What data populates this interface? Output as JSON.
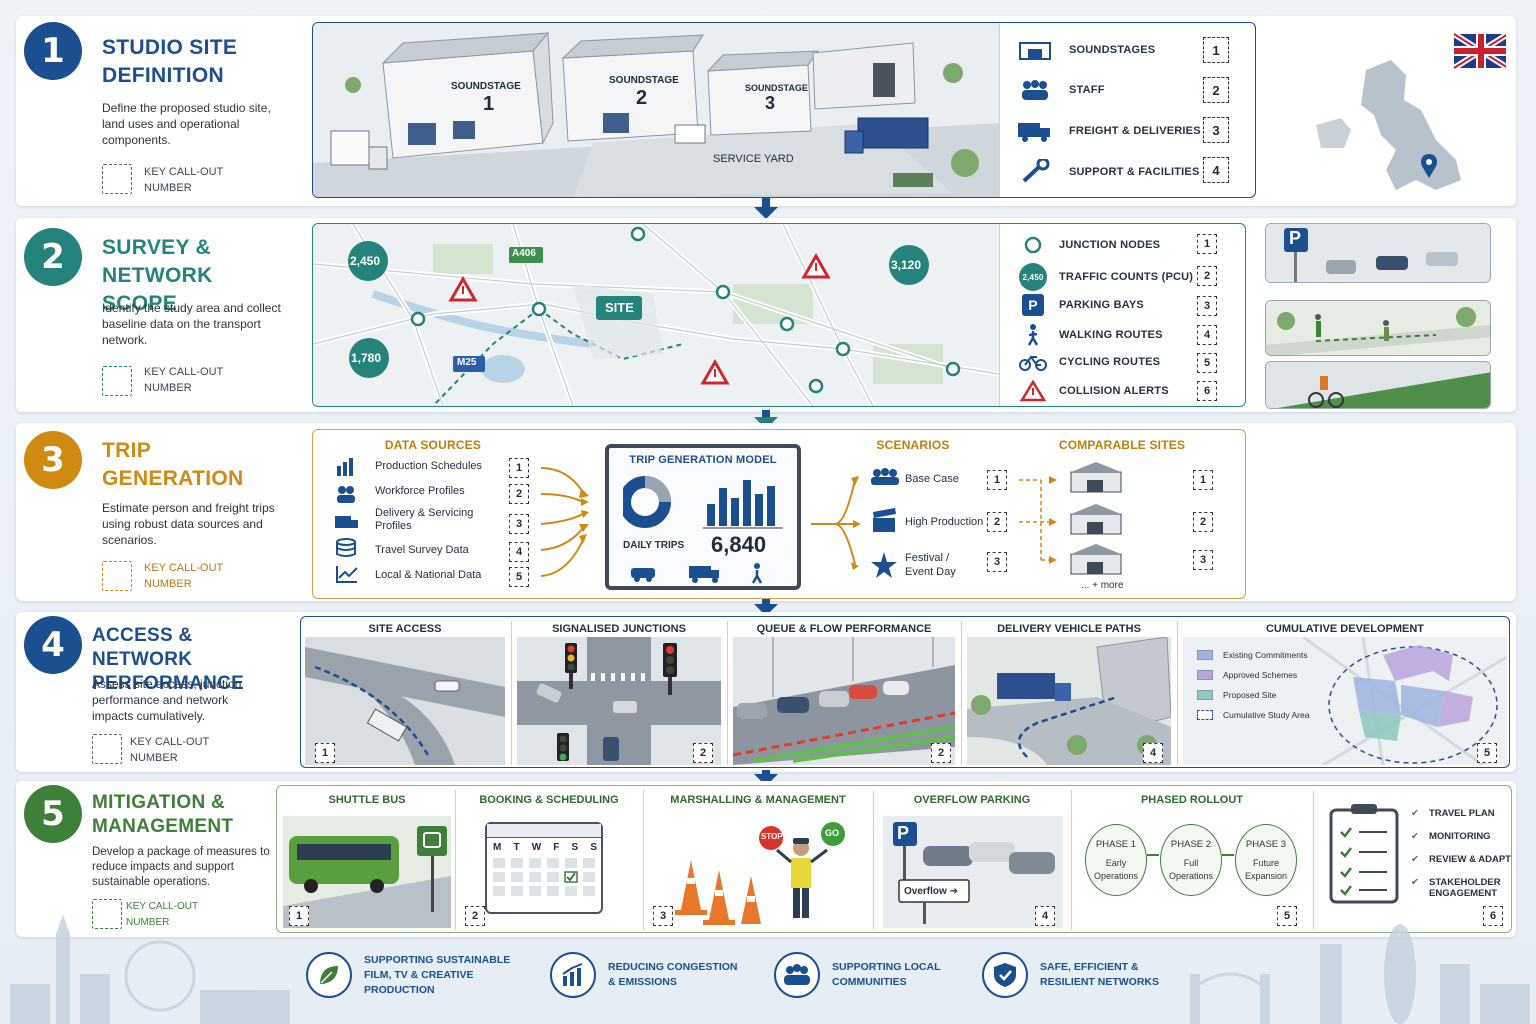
{
  "colors": {
    "navy": "#1c4f8f",
    "teal": "#24837a",
    "amber": "#d08a12",
    "green": "#3e7f3a",
    "alert": "#d0262a"
  },
  "key_callout": "KEY CALL-OUT",
  "key_number": "NUMBER",
  "steps": [
    {
      "num": "1",
      "title_l1": "STUDIO SITE",
      "title_l2": "DEFINITION",
      "desc": "Define the proposed studio site, land uses and operational components."
    },
    {
      "num": "2",
      "title_l1": "SURVEY &",
      "title_l2": "NETWORK SCOPE",
      "desc": "Identify the study area and collect baseline data on the transport network."
    },
    {
      "num": "3",
      "title_l1": "TRIP",
      "title_l2": "GENERATION",
      "desc": "Estimate person and freight trips using robust data sources and scenarios."
    },
    {
      "num": "4",
      "title_l1": "ACCESS & NETWORK",
      "title_l2": "PERFORMANCE",
      "desc": "Assess site access, junction performance and network impacts cumulatively."
    },
    {
      "num": "5",
      "title_l1": "MITIGATION &",
      "title_l2": "MANAGEMENT",
      "desc": "Develop a package of measures to reduce impacts and support sustainable operations."
    }
  ],
  "site": {
    "stages": [
      {
        "word": "SOUNDSTAGE",
        "num": "1"
      },
      {
        "word": "SOUNDSTAGE",
        "num": "2"
      },
      {
        "word": "SOUNDSTAGE",
        "num": "3"
      }
    ],
    "service_yard": "SERVICE YARD",
    "legend": [
      {
        "label": "SOUNDSTAGES",
        "num": "1",
        "icon": "warehouse-icon"
      },
      {
        "label": "STAFF",
        "num": "2",
        "icon": "people-icon"
      },
      {
        "label": "FREIGHT & DELIVERIES",
        "num": "3",
        "icon": "truck-icon"
      },
      {
        "label": "SUPPORT & FACILITIES",
        "num": "4",
        "icon": "wrench-icon"
      }
    ]
  },
  "survey": {
    "counts": [
      "2,450",
      "3,120",
      "1,780"
    ],
    "roads": [
      "A406",
      "M25"
    ],
    "site_label": "SITE",
    "legend": [
      {
        "label": "JUNCTION NODES",
        "num": "1"
      },
      {
        "label": "TRAFFIC COUNTS (PCU)",
        "num": "2",
        "badge": "2,450"
      },
      {
        "label": "PARKING BAYS",
        "num": "3",
        "badge": "P"
      },
      {
        "label": "WALKING ROUTES",
        "num": "4"
      },
      {
        "label": "CYCLING ROUTES",
        "num": "5"
      },
      {
        "label": "COLLISION ALERTS",
        "num": "6"
      }
    ],
    "parking_sign": "P"
  },
  "trip": {
    "data_sources_title": "DATA SOURCES",
    "data_sources": [
      {
        "l1": "Production Schedules",
        "l2": "",
        "num": "1"
      },
      {
        "l1": "Workforce Profiles",
        "l2": "",
        "num": "2"
      },
      {
        "l1": "Delivery & Servicing",
        "l2": "Profiles",
        "num": "3"
      },
      {
        "l1": "Travel Survey Data",
        "l2": "",
        "num": "4"
      },
      {
        "l1": "Local & National Data",
        "l2": "",
        "num": "5"
      }
    ],
    "model_title": "TRIP GENERATION MODEL",
    "daily_trips_label": "DAILY TRIPS",
    "daily_trips_value": "6,840",
    "scenarios_title": "SCENARIOS",
    "scenarios": [
      {
        "l1": "Base Case",
        "l2": "",
        "num": "1"
      },
      {
        "l1": "High Production",
        "l2": "",
        "num": "2"
      },
      {
        "l1": "Festival /",
        "l2": "Event Day",
        "num": "3"
      }
    ],
    "comparable_title": "COMPARABLE SITES",
    "comparable_nums": [
      "1",
      "2",
      "3"
    ],
    "more": "... + more"
  },
  "access": {
    "tiles": [
      {
        "label": "SITE ACCESS",
        "num": "1"
      },
      {
        "label": "SIGNALISED JUNCTIONS",
        "num": "2"
      },
      {
        "label": "QUEUE & FLOW PERFORMANCE",
        "num": "2"
      },
      {
        "label": "DELIVERY VEHICLE PATHS",
        "num": "4"
      },
      {
        "label": "CUMULATIVE DEVELOPMENT",
        "num": "5"
      }
    ],
    "cumulative_legend": [
      {
        "label": "Existing Commitments",
        "color": "#9fb3df"
      },
      {
        "label": "Approved Schemes",
        "color": "#b9a3dc"
      },
      {
        "label": "Proposed Site",
        "color": "#8fc9c0"
      },
      {
        "label": "Cumulative Study Area",
        "color": "#ffffff"
      }
    ]
  },
  "mitigation": {
    "tiles": [
      {
        "label": "SHUTTLE BUS",
        "num": "1"
      },
      {
        "label": "BOOKING & SCHEDULING",
        "num": "2"
      },
      {
        "label": "MARSHALLING & MANAGEMENT",
        "num": "3"
      },
      {
        "label": "OVERFLOW PARKING",
        "num": "4"
      },
      {
        "label": "PHASED ROLLOUT",
        "num": "5"
      },
      {
        "label": "",
        "num": "6"
      }
    ],
    "calendar_days": [
      "M",
      "T",
      "W",
      "F",
      "S",
      "S"
    ],
    "stop": "STOP",
    "go": "GO",
    "parking_sign": "P",
    "overflow_sign": "Overflow",
    "phases": [
      {
        "l1": "PHASE 1",
        "l2": "Early",
        "l3": "Operations"
      },
      {
        "l1": "PHASE 2",
        "l2": "Full",
        "l3": "Operations"
      },
      {
        "l1": "PHASE 3",
        "l2": "Future",
        "l3": "Expansion"
      }
    ],
    "checklist": [
      {
        "l1": "TRAVEL PLAN",
        "l2": ""
      },
      {
        "l1": "MONITORING",
        "l2": ""
      },
      {
        "l1": "REVIEW & ADAPT",
        "l2": ""
      },
      {
        "l1": "STAKEHOLDER",
        "l2": "ENGAGEMENT"
      }
    ]
  },
  "footer": [
    {
      "l1": "SUPPORTING SUSTAINABLE",
      "l2": "FILM, TV & CREATIVE PRODUCTION",
      "icon": "leaf-icon"
    },
    {
      "l1": "REDUCING CONGESTION",
      "l2": "& EMISSIONS",
      "icon": "bar-chart-icon"
    },
    {
      "l1": "SUPPORTING LOCAL",
      "l2": "COMMUNITIES",
      "icon": "community-icon"
    },
    {
      "l1": "SAFE, EFFICIENT &",
      "l2": "RESILIENT NETWORKS",
      "icon": "shield-check-icon"
    }
  ]
}
